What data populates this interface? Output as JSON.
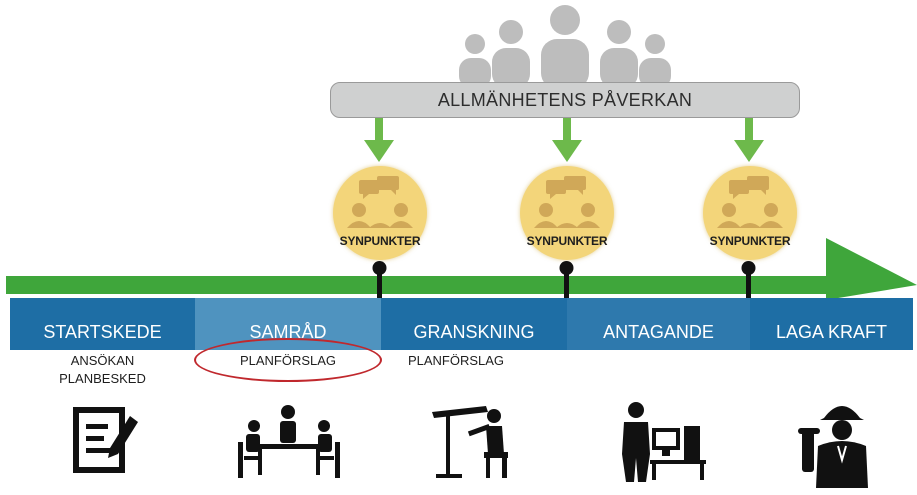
{
  "banner": {
    "label": "ALLMÄNHETENS PÅVERKAN"
  },
  "synpunkter": [
    {
      "label": "SYNPUNKTER"
    },
    {
      "label": "SYNPUNKTER"
    },
    {
      "label": "SYNPUNKTER"
    }
  ],
  "phases": [
    {
      "label": "STARTSKEDE",
      "sub1": "ANSÖKAN",
      "sub2": "PLANBESKED"
    },
    {
      "label": "SAMRÅD",
      "sub1": "PLANFÖRSLAG"
    },
    {
      "label": "GRANSKNING",
      "sub1": "PLANFÖRSLAG"
    },
    {
      "label": "ANTAGANDE"
    },
    {
      "label": "LAGA KRAFT"
    }
  ],
  "colors": {
    "timeline_green": "#3fa63b",
    "phase_blue": "#1e6ea5",
    "phase_highlight": "#4f93bf",
    "circle_yellow": "#f3d57a",
    "highlight_ring": "#c0282d"
  },
  "icons": [
    "document-edit-icon",
    "meeting-table-icon",
    "drafting-table-icon",
    "office-worker-icon",
    "construction-worker-icon"
  ]
}
